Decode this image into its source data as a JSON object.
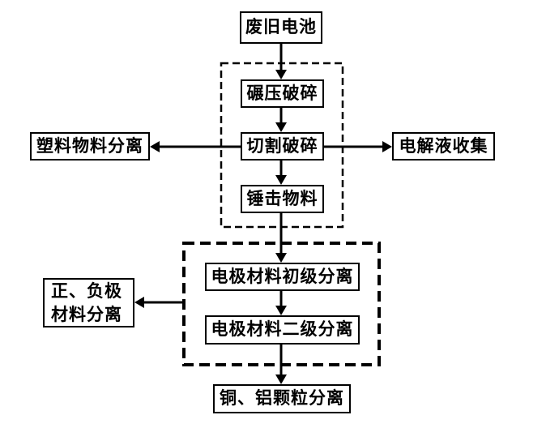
{
  "diagram": {
    "type": "flowchart",
    "language": "zh",
    "background_color": "#ffffff",
    "line_color": "#000000",
    "box_border_color": "#000000",
    "box_fill_color": "#ffffff"
  },
  "nodes": {
    "waste_battery": {
      "label": "废旧电池"
    },
    "roll_crush": {
      "label": "碾压破碎"
    },
    "cut_crush": {
      "label": "切割破碎"
    },
    "hammer_material": {
      "label": "锤击物料"
    },
    "plastic_separation": {
      "label": "塑料物料分离"
    },
    "electrolyte_collection": {
      "label": "电解液收集"
    },
    "electrode_primary_separation": {
      "label": "电极材料初级分离"
    },
    "electrode_secondary_separation": {
      "line1": "正、负极",
      "line2": "材料分离",
      "label": "电极材料二级分离"
    },
    "pos_neg_material_separation": {
      "line1": "正、负极",
      "line2": "材料分离"
    },
    "cu_al_particle_separation": {
      "label": "铜、铝颗粒分离"
    }
  },
  "edges": [
    {
      "from": "waste_battery",
      "to": "roll_crush",
      "direction": "down"
    },
    {
      "from": "roll_crush",
      "to": "cut_crush",
      "direction": "down"
    },
    {
      "from": "cut_crush",
      "to": "hammer_material",
      "direction": "down"
    },
    {
      "from": "cut_crush",
      "to": "plastic_separation",
      "direction": "left"
    },
    {
      "from": "cut_crush",
      "to": "electrolyte_collection",
      "direction": "right"
    },
    {
      "from": "hammer_material",
      "to": "electrode_primary_separation",
      "direction": "down"
    },
    {
      "from": "electrode_primary_separation",
      "to": "electrode_secondary_separation",
      "direction": "down"
    },
    {
      "from": "separation_stage_box",
      "to": "pos_neg_material_separation",
      "direction": "left"
    },
    {
      "from": "electrode_secondary_separation",
      "to": "cu_al_particle_separation",
      "direction": "down"
    }
  ],
  "groups": [
    {
      "id": "crushing_stage_dashed_box",
      "contains": [
        "roll_crush",
        "cut_crush",
        "hammer_material"
      ]
    },
    {
      "id": "separation_stage_dashed_box",
      "contains": [
        "electrode_primary_separation",
        "electrode_secondary_separation"
      ]
    }
  ]
}
